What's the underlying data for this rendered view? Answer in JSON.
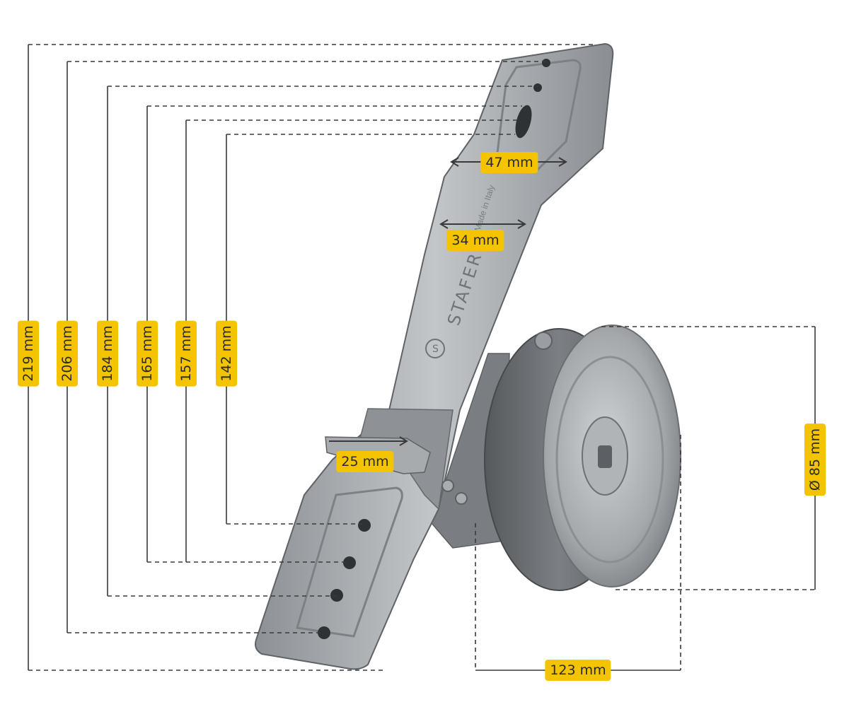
{
  "colors": {
    "label_bg": "#f5c400",
    "label_text": "#2a2a2a",
    "line": "#3a3a3a",
    "metal_light": "#c8cacc",
    "metal_mid": "#9ea2a6",
    "metal_dark": "#6c7074"
  },
  "product": {
    "brand": "STAFER",
    "origin": "Made in Italy"
  },
  "dimensions": {
    "length_219": "219 mm",
    "length_206": "206 mm",
    "length_184": "184 mm",
    "length_165": "165 mm",
    "length_157": "157 mm",
    "length_142": "142 mm",
    "width_top": "47 mm",
    "width_mid": "34 mm",
    "width_tab": "25 mm",
    "pulley_diameter": "Ø 85 mm",
    "pulley_offset": "123 mm"
  }
}
